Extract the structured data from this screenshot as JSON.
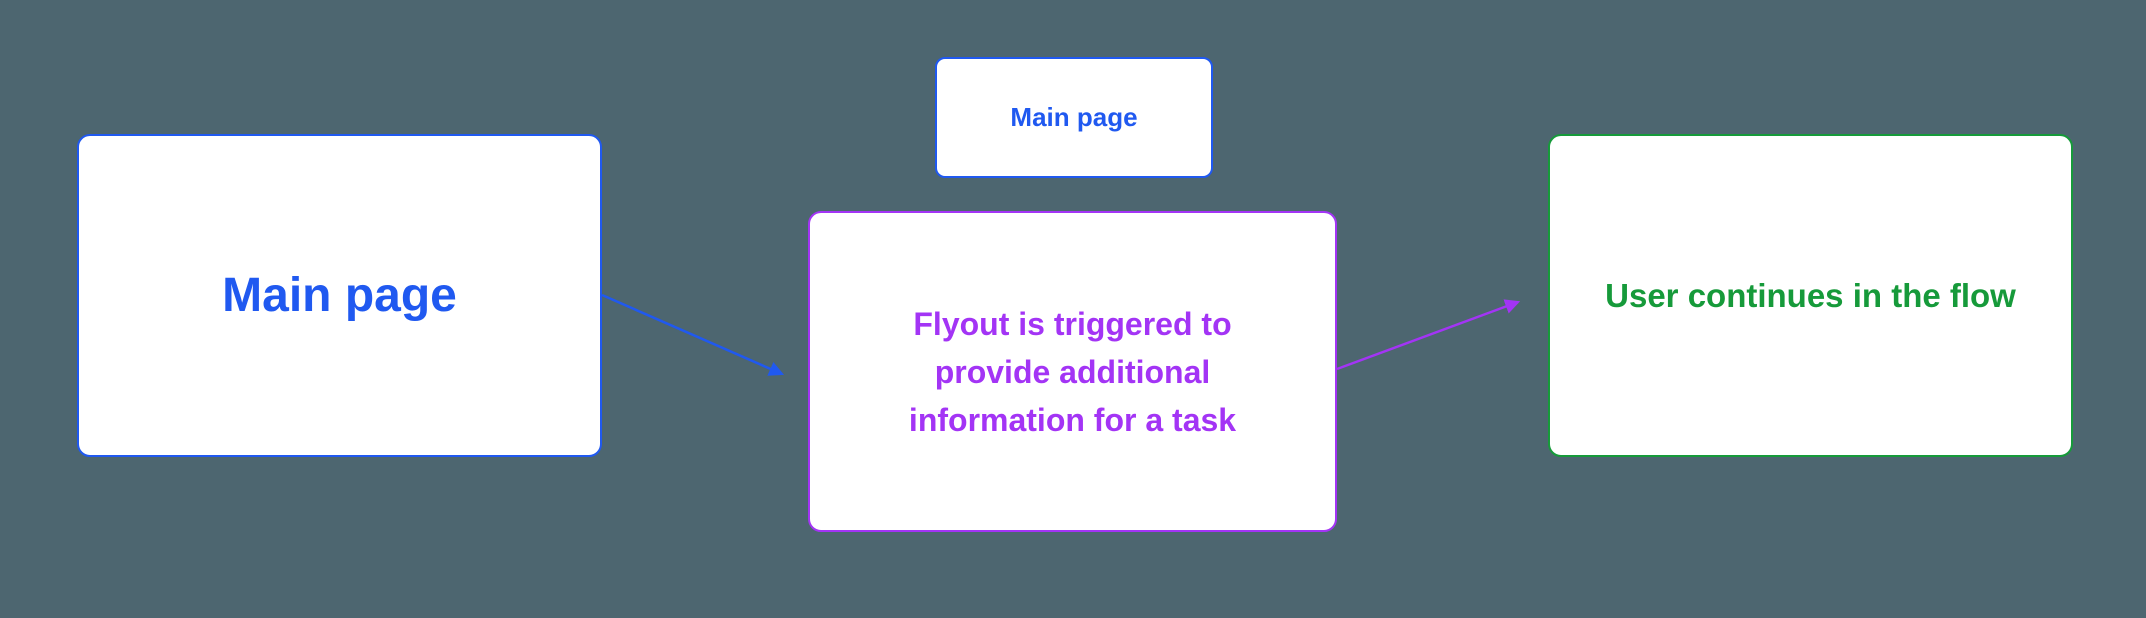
{
  "colors": {
    "background": "#4D6670",
    "blue": "#2059F0",
    "purple": "#A334F5",
    "green": "#169A3A",
    "box-fill": "#FFFFFF"
  },
  "diagram": {
    "nodes": [
      {
        "id": "main-page-large",
        "label": "Main page",
        "color": "blue"
      },
      {
        "id": "main-page-mini",
        "label": "Main page",
        "color": "blue"
      },
      {
        "id": "flyout",
        "label": "Flyout is triggered to\nprovide additional\ninformation for a task",
        "color": "purple"
      },
      {
        "id": "user-continues",
        "label": "User continues in the flow",
        "color": "green"
      }
    ],
    "edges": [
      {
        "from": "main-page-large",
        "to": "flyout",
        "color": "blue"
      },
      {
        "from": "flyout",
        "to": "user-continues",
        "color": "purple"
      }
    ]
  }
}
